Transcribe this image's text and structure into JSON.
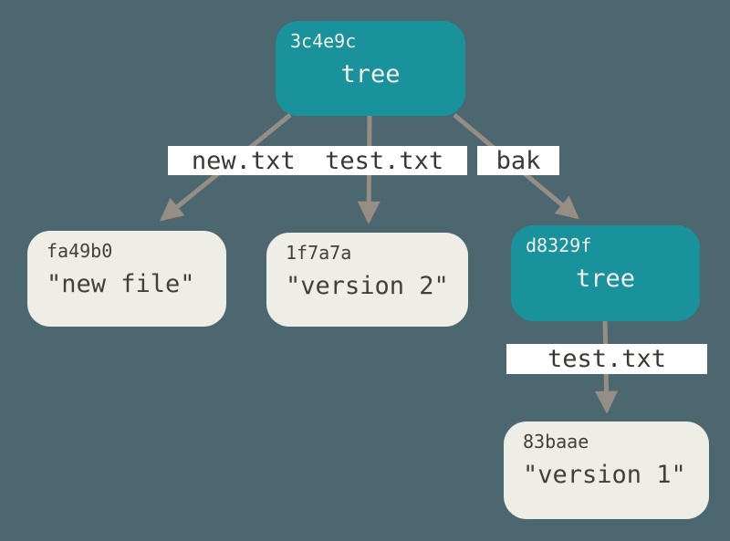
{
  "diagram": {
    "type": "git-object-tree",
    "colors": {
      "background": "#4C6770",
      "tree_node": "#19929C",
      "blob_node": "#EFEEE6",
      "edge_label_bg": "#FFFFFF",
      "arrow": "#968D85",
      "dark_text": "#3C3731",
      "light_text": "#F2F0E9"
    },
    "nodes": [
      {
        "hash": "3c4e9c",
        "label": "tree",
        "kind": "tree"
      },
      {
        "hash": "fa49b0",
        "label": "\"new file\"",
        "kind": "blob"
      },
      {
        "hash": "1f7a7a",
        "label": "\"version 2\"",
        "kind": "blob"
      },
      {
        "hash": "d8329f",
        "label": "tree",
        "kind": "tree"
      },
      {
        "hash": "83baae",
        "label": "\"version 1\"",
        "kind": "blob"
      }
    ],
    "edge_labels": [
      {
        "text": "new.txt  test.txt"
      },
      {
        "text": "bak"
      },
      {
        "text": "test.txt"
      }
    ],
    "edges": [
      {
        "from": "3c4e9c",
        "to": "fa49b0",
        "label": "new.txt"
      },
      {
        "from": "3c4e9c",
        "to": "1f7a7a",
        "label": "test.txt"
      },
      {
        "from": "3c4e9c",
        "to": "d8329f",
        "label": "bak"
      },
      {
        "from": "d8329f",
        "to": "83baae",
        "label": "test.txt"
      }
    ]
  }
}
